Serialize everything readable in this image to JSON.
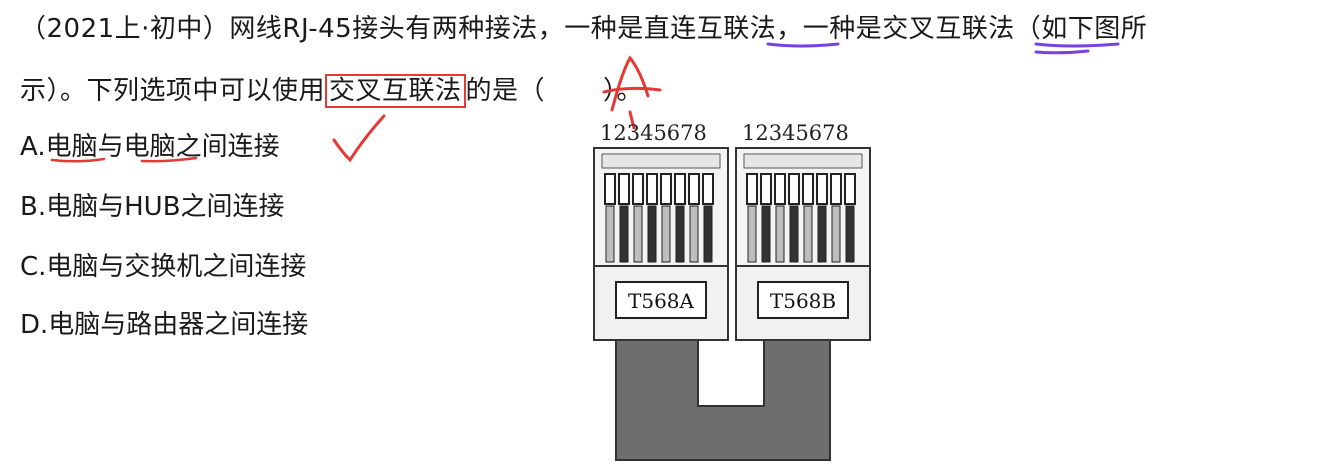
{
  "question": {
    "line1_pre": "（2021上·初中）网线RJ-45接头有两种接法，一种是",
    "line1_direct": "直连互联法",
    "line1_mid": "，一种是",
    "line1_cross": "交叉互联法",
    "line1_post": "（如下图所",
    "line2_pre": "示）。下列选项中可以使用",
    "line2_boxed": "交叉互联法",
    "line2_mid": "的是（",
    "line2_answer": "A",
    "line2_post": "）。"
  },
  "options": [
    {
      "letter": "A.",
      "text": "电脑与电脑之间连接"
    },
    {
      "letter": "B.",
      "text": "电脑与HUB之间连接"
    },
    {
      "letter": "C.",
      "text": "电脑与交换机之间连接"
    },
    {
      "letter": "D.",
      "text": "电脑与路由器之间连接"
    }
  ],
  "figure": {
    "left_pins": "12345678",
    "right_pins": "12345678",
    "left_label": "T568A",
    "right_label": "T568B"
  },
  "colors": {
    "annotation_red": "#e53935",
    "annotation_purple": "#7b3fe4",
    "cable_gray": "#6e6e6e"
  }
}
